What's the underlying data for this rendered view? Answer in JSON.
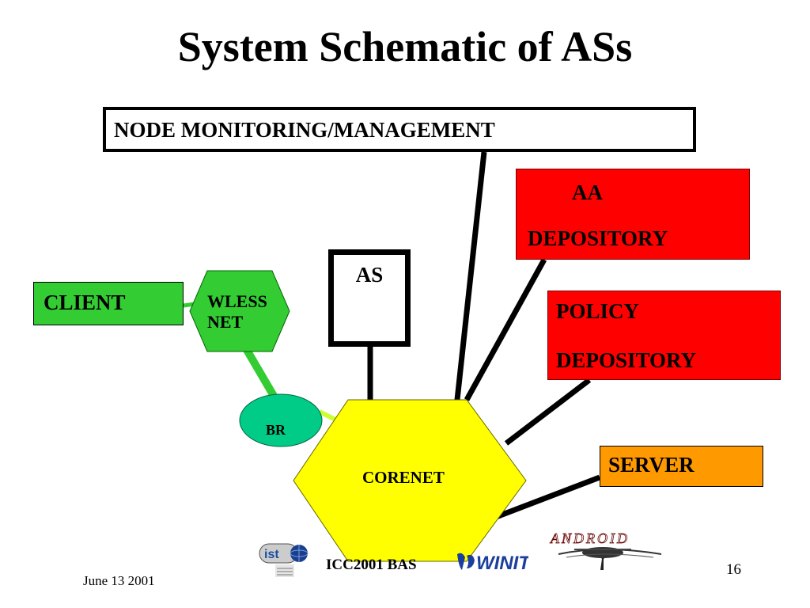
{
  "title": "System Schematic of ASs",
  "nodes": {
    "node_monitoring": "NODE MONITORING/MANAGEMENT",
    "aa_depository": {
      "line1": "AA",
      "line2": "DEPOSITORY"
    },
    "policy_depository": {
      "line1": "POLICY",
      "line2": "DEPOSITORY"
    },
    "server": "SERVER",
    "client": "CLIENT",
    "as": "AS",
    "wless_net": {
      "line1": "WLESS",
      "line2": "NET"
    },
    "br": "BR",
    "corenet": "CORENET"
  },
  "colors": {
    "aa_fill": "#ff0000",
    "policy_fill": "#ff0000",
    "server_fill": "#ff9900",
    "client_fill": "#33cc33",
    "wless_fill": "#33cc33",
    "br_fill": "#00cc88",
    "corenet_fill": "#ffff00",
    "link_green": "#33cc33",
    "link_yellow": "#ccff33",
    "line": "#000000"
  },
  "logos": {
    "ist": "ist",
    "winit": "WINIT",
    "android": "ANDROID"
  },
  "footer": {
    "date": "June 13 2001",
    "conference": "ICC2001 BAS",
    "page": "16"
  }
}
